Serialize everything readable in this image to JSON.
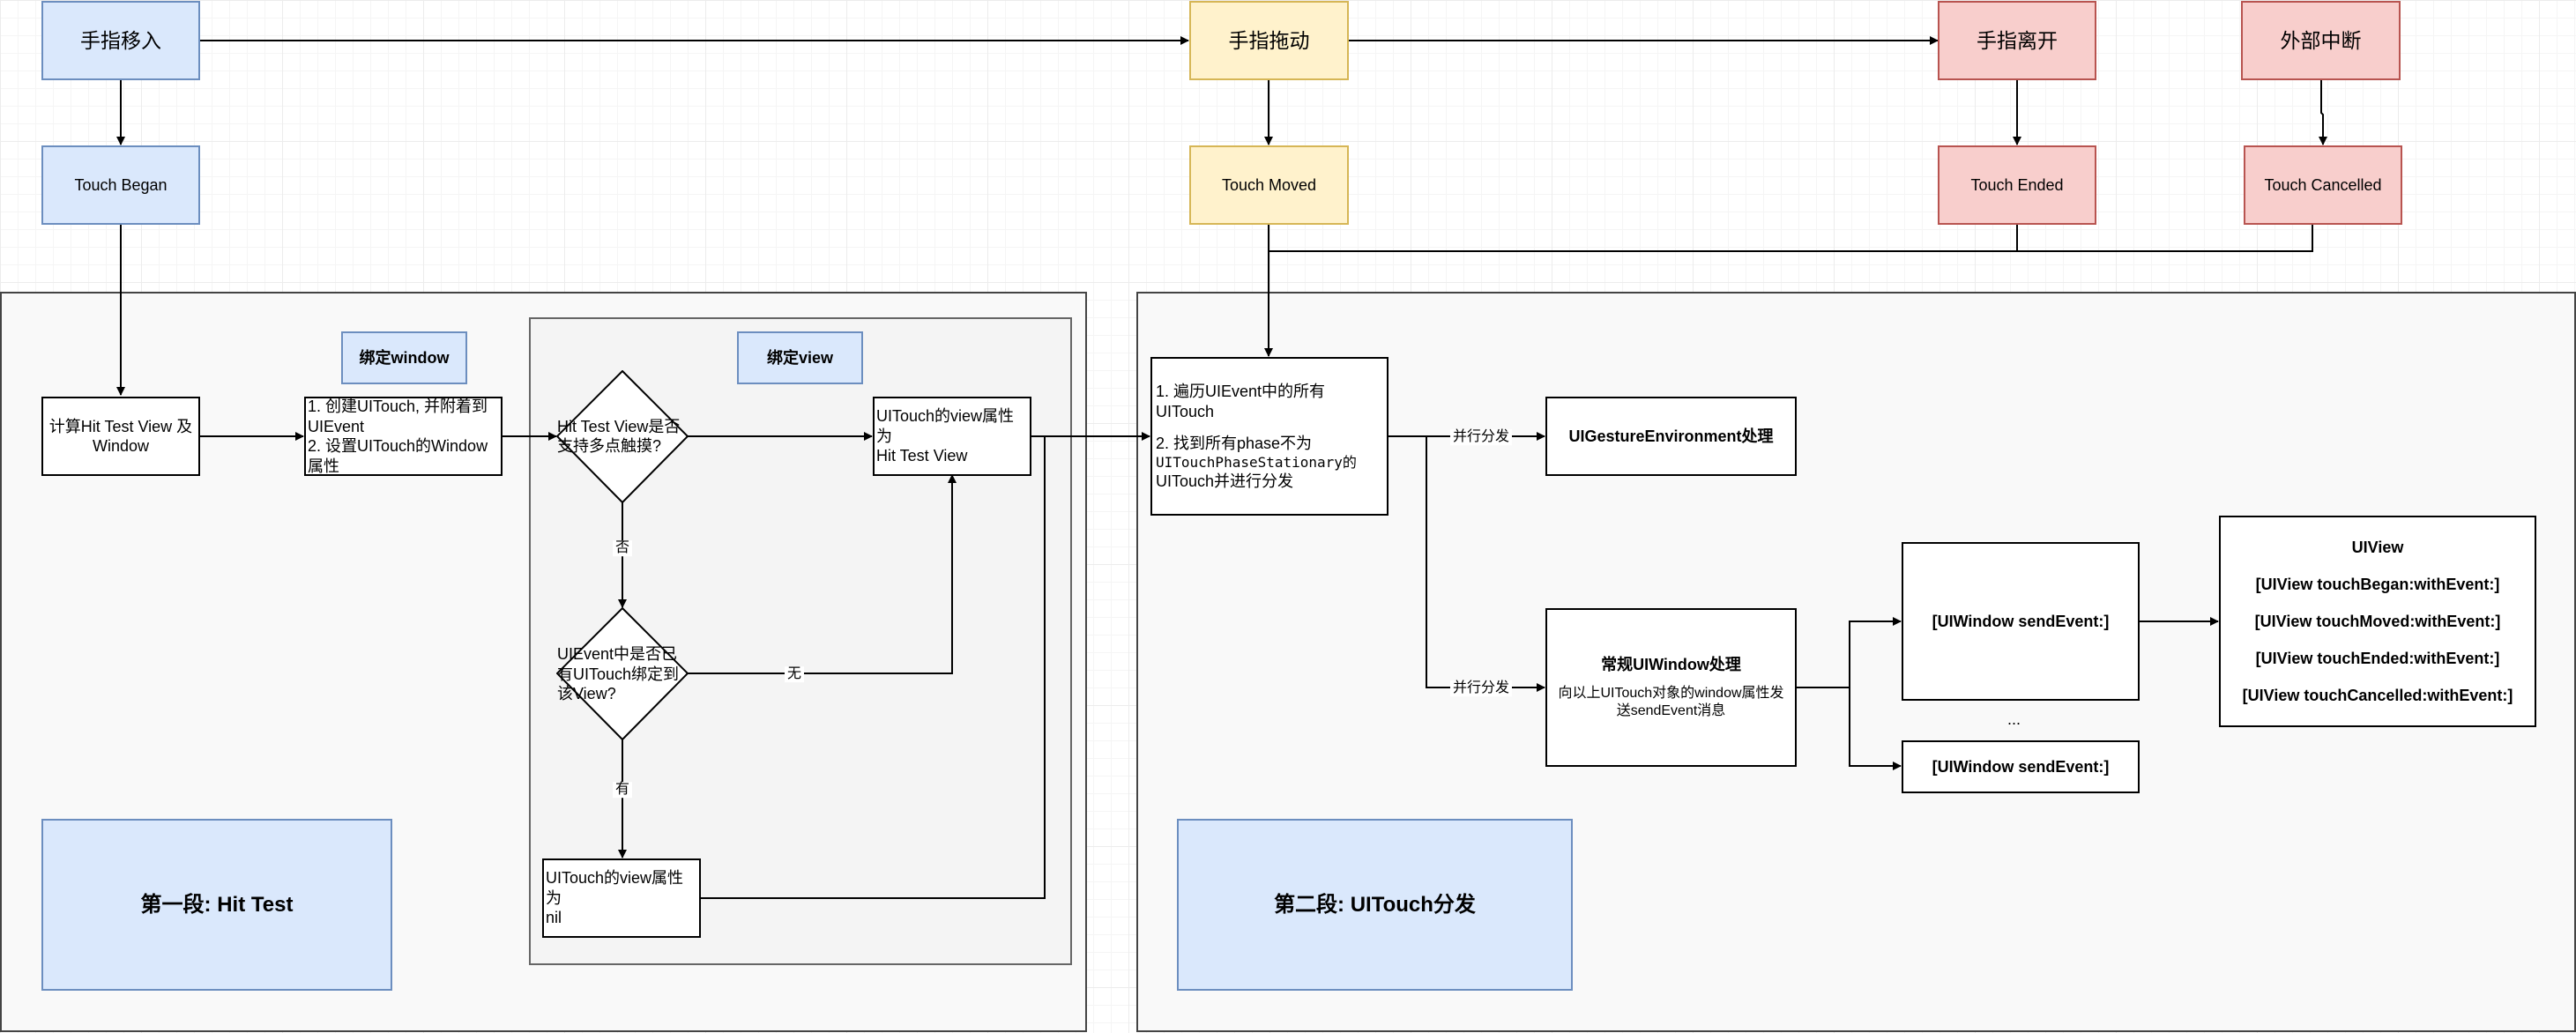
{
  "events": {
    "finger_enter": "手指移入",
    "finger_drag": "手指拖动",
    "finger_leave": "手指离开",
    "external_interrupt": "外部中断"
  },
  "phases": {
    "began": "Touch Began",
    "moved": "Touch Moved",
    "ended": "Touch Ended",
    "cancelled": "Touch Cancelled"
  },
  "stage1": {
    "title": "第一段: Hit Test",
    "bind_window_tag": "绑定window",
    "bind_view_tag": "绑定view",
    "compute_hit_test": [
      "计算Hit Test View 及",
      "Window"
    ],
    "create_touch": [
      "1. 创建UITouch, 并附着到",
      "UIEvent",
      "2. 设置UITouch的Window",
      "属性"
    ],
    "multi_touch_question": [
      "Hit Test View是否",
      "支持多点触摸?"
    ],
    "already_bound_question": [
      "UIEvent中是否已",
      "有UITouch绑定到",
      "该View?"
    ],
    "set_view_hit": [
      "UITouch的view属性为",
      "Hit Test View"
    ],
    "set_view_nil": [
      "UITouch的view属性为",
      "nil"
    ],
    "label_no": "否",
    "label_none": "无",
    "label_has": "有"
  },
  "stage2": {
    "title": "第二段: UITouch分发",
    "iterate_line1": "1. 遍历UIEvent中的所有UITouch",
    "iterate_line2": "2. 找到所有phase不为",
    "iterate_line3": "UITouchPhaseStationary的",
    "iterate_line4": "UITouch并进行分发",
    "parallel_label_1": "并行分发",
    "parallel_label_2": "并行分发",
    "gesture_env": "UIGestureEnvironment处理",
    "window_handle_title": "常规UIWindow处理",
    "window_handle_desc": [
      "向以上UITouch对象的window属性发",
      "送sendEvent消息"
    ],
    "send_event_1": "[UIWindow sendEvent:]",
    "send_event_2": "[UIWindow sendEvent:]",
    "ellipsis": "...",
    "uiview": {
      "title": "UIView",
      "methods": [
        "[UIView touchBegan:withEvent:]",
        "[UIView touchMoved:withEvent:]",
        "[UIView touchEnded:withEvent:]",
        "[UIView touchCancelled:withEvent:]"
      ]
    }
  },
  "colors": {
    "blue_fill": "#dae8fc",
    "blue_stroke": "#6c8ebf",
    "yellow_fill": "#fff2cc",
    "yellow_stroke": "#d6b656",
    "red_fill": "#f8cecc",
    "red_stroke": "#b85450"
  }
}
